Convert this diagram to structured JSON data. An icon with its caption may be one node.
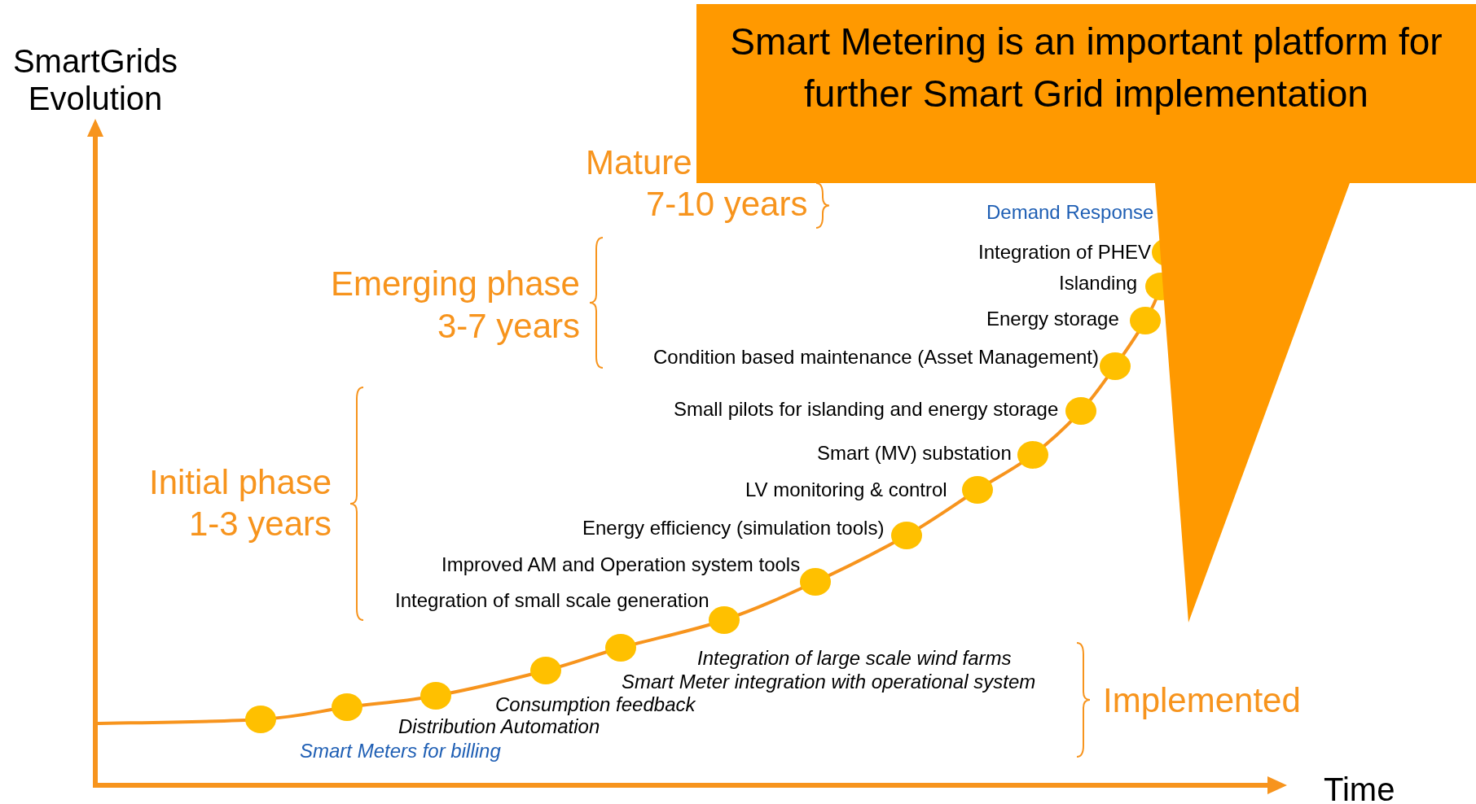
{
  "diagram": {
    "nodes": [
      {
        "text": [
          "Smart Metering is an important platform for further Smart Grid implementation"
        ]
      }
    ],
    "labels": [
      "SmartGrids Evolution",
      "Mature",
      "7-10 years",
      "Demand Response",
      "Integration of PHEV",
      "Emerging phase",
      "Islanding",
      "3-7 years",
      "Energy storage",
      "Condition based maintenance (Asset Management)",
      "Small pilots for islanding and energy storage",
      "Smart (MV) substation",
      "Initial phase",
      "LV monitoring & control",
      "1-3 years",
      "Energy efficiency (simulation tools)",
      "Improved AM and Operation system tools",
      "Integration of small scale generation",
      "Integration of large scale wind farms",
      "Smart Meter integration with operational system",
      "Implemented",
      "Consumption feedback",
      "Distribution Automation",
      "Smart Meters for billing",
      "Time"
    ]
  }
}
